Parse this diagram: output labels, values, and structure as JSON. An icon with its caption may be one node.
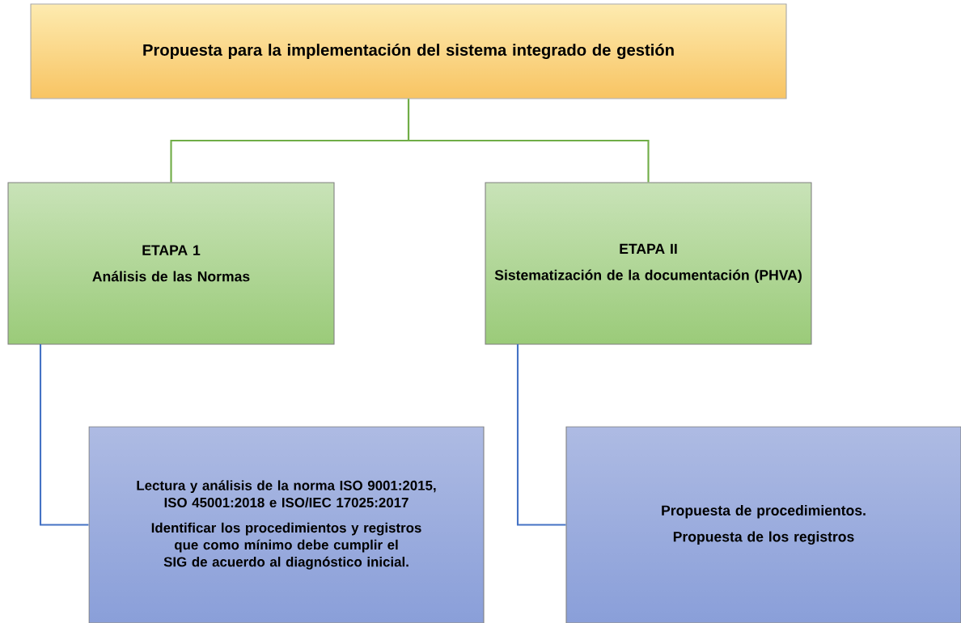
{
  "diagram": {
    "nodes": [
      {
        "text": [
          "Propuesta para la implementación del sistema integrado de gestión"
        ]
      },
      {
        "text": [
          "ETAPA 1",
          "Análisis de las Normas"
        ]
      },
      {
        "text": [
          "ETAPA II",
          "Sistematización de la documentación (PHVA)"
        ]
      },
      {
        "text": [
          "Lectura y análisis de la norma ISO 9001:2015, ISO 45001:2018 e ISO/IEC 17025:2017",
          "Identificar los procedimientos y registros que como mínimo debe cumplir el SIG de acuerdo al diagnóstico inicial."
        ]
      },
      {
        "text": [
          "Propuesta de procedimientos.",
          "Propuesta de los registros"
        ]
      }
    ],
    "edges": [
      {
        "from": 0,
        "to": 1,
        "arrow": "none",
        "color": "#70ad47"
      },
      {
        "from": 0,
        "to": 2,
        "arrow": "none",
        "color": "#70ad47"
      },
      {
        "from": 1,
        "to": 3,
        "arrow": "none",
        "color": "#4472c4"
      },
      {
        "from": 2,
        "to": 4,
        "arrow": "none",
        "color": "#4472c4"
      }
    ]
  }
}
